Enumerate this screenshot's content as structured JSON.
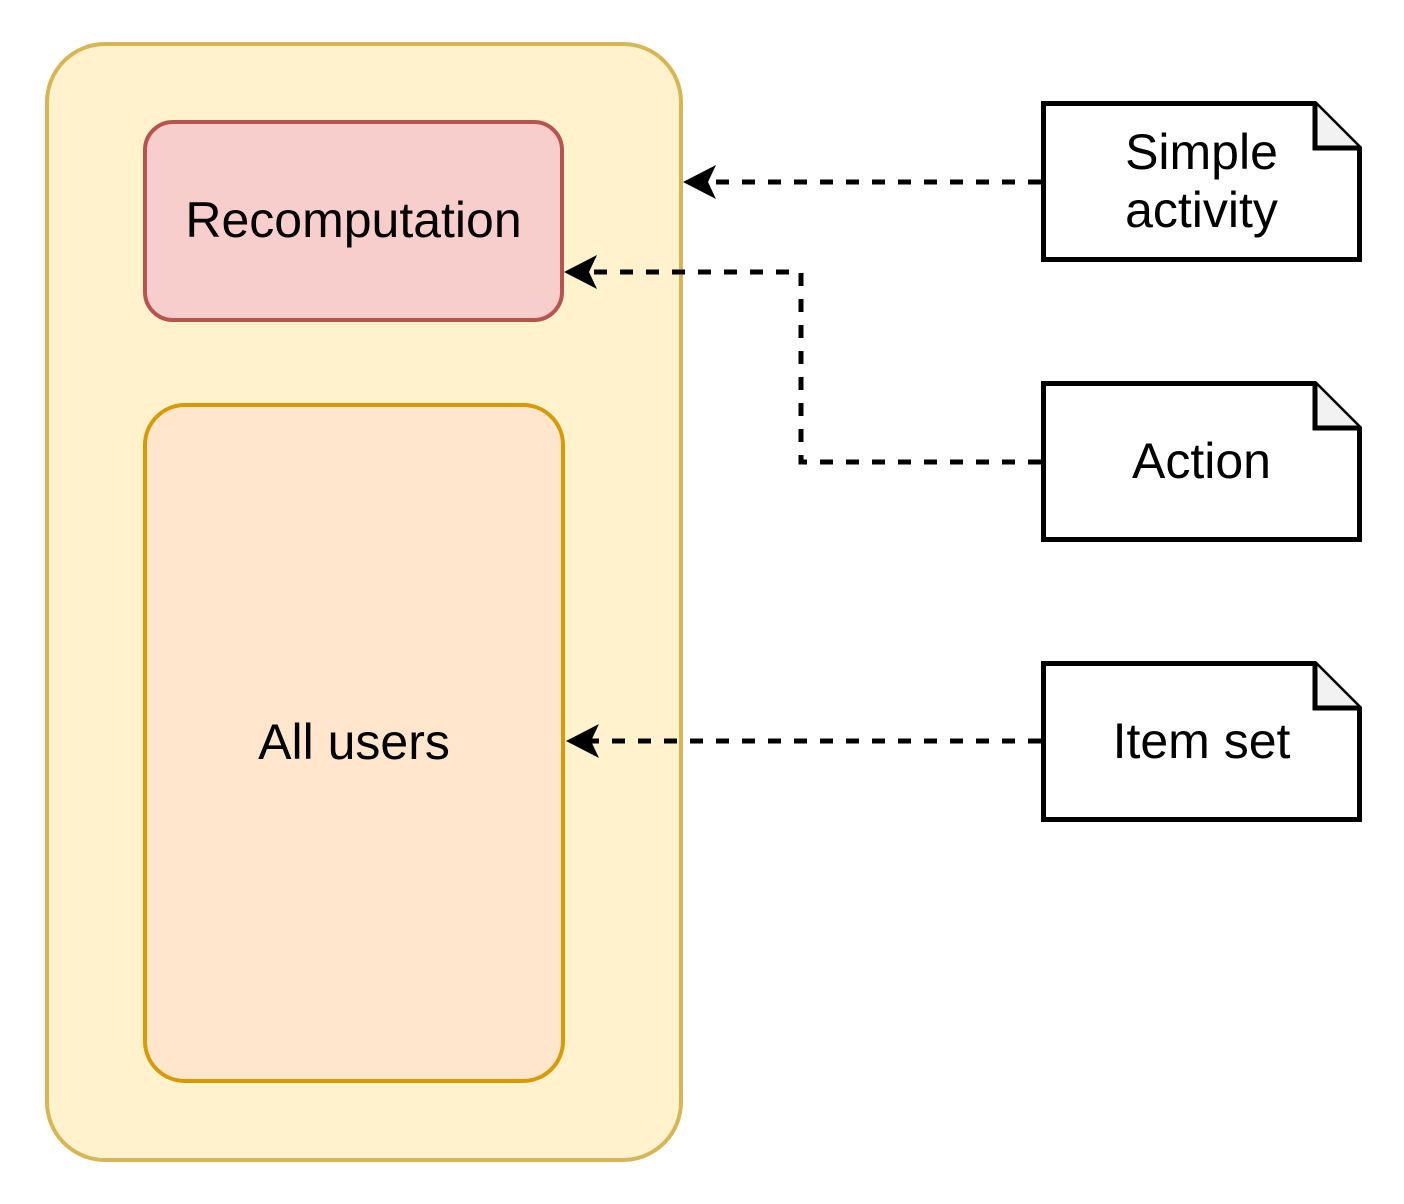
{
  "diagram": {
    "group": {
      "name": "container boundary",
      "fill": "#FFF2CC",
      "stroke": "#D6B656"
    },
    "nodes": {
      "recomputation": {
        "label": "Recomputation",
        "fill": "#F8CECC",
        "stroke": "#B85450"
      },
      "all_users": {
        "label": "All users",
        "fill": "#FFE6CC",
        "stroke": "#D79B00"
      }
    },
    "notes": {
      "simple_activity": {
        "label": "Simple activity",
        "fill": "#FFFFFF",
        "fold_fill": "#F2F2F2",
        "stroke": "#000000"
      },
      "action": {
        "label": "Action",
        "fill": "#FFFFFF",
        "fold_fill": "#F2F2F2",
        "stroke": "#000000"
      },
      "item_set": {
        "label": "Item set",
        "fill": "#FFFFFF",
        "fold_fill": "#F2F2F2",
        "stroke": "#000000"
      }
    },
    "connectors": [
      {
        "from": "simple_activity",
        "to": "container boundary",
        "style": "dashed",
        "arrow": "to-target"
      },
      {
        "from": "action",
        "to": "recomputation",
        "style": "dashed",
        "arrow": "to-target"
      },
      {
        "from": "item_set",
        "to": "all_users",
        "style": "dashed",
        "arrow": "to-target"
      }
    ],
    "connector_color": "#000000",
    "text_color": "#000000"
  }
}
